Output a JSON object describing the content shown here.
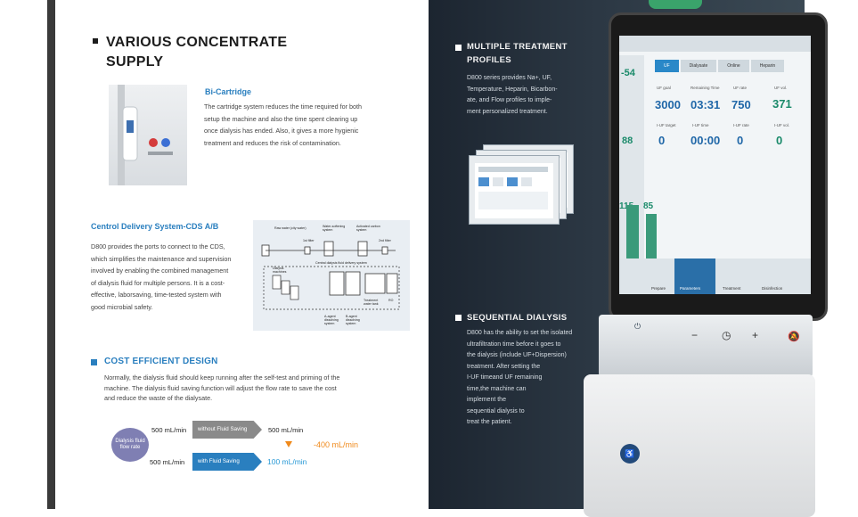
{
  "left": {
    "title_line1": "VARIOUS CONCENTRATE",
    "title_line2": "SUPPLY",
    "bicartridge": {
      "heading": "Bi-Cartridge",
      "lines": [
        "The cartridge system reduces the time required for both",
        "setup the machine and also the time spent clearing up",
        "once dialysis has ended. Also, it gives a more hygienic",
        "treatment and reduces the risk of contamination."
      ]
    },
    "cds": {
      "heading": "Centrol Delivery System-CDS A/B",
      "lines": [
        "D800 provides the ports to connect to the CDS,",
        "which simplifies the maintenance and supervision",
        "involved by enabling the combined management",
        "of dialysis fluid for multiple persons. It is a cost-",
        "effective, laborsaving, time-tested system with",
        "good microbial safety."
      ],
      "diagram_labels": {
        "raw_water": "Raw water (city water)",
        "water_softening": "Water-softening system",
        "activated_carbon": "Activated carbon system",
        "filter1": "1st filter",
        "filter2": "2nd filter",
        "central": "Central dialysis fluid delivery system",
        "dialysis_machines": "Dialysis machines",
        "treatment_tank": "Treatment water tank",
        "ro": "RO",
        "a_agent": "A-agent dissolving system",
        "b_agent": "B-agent dissolving system"
      }
    },
    "cost": {
      "heading": "COST EFFICIENT DESIGN",
      "lines": [
        "Normally, the dialysis fluid should keep running after the self-test and priming of the",
        "machine. The dialysis fluid saving function will adjust the flow rate to save the cost",
        "and reduce the waste of the dialysate."
      ],
      "circle_label": "Dialysis fluid flow rate",
      "without_label": "without Fluid Saving",
      "with_label": "with Fluid Saving",
      "rate_in_top": "500 mL/min",
      "rate_out_top": "500 mL/min",
      "rate_in_bottom": "500 mL/min",
      "rate_out_bottom": "100 mL/min",
      "saving": "-400 mL/min"
    }
  },
  "right": {
    "multiple": {
      "heading_line1": "MULTIPLE TREATMENT",
      "heading_line2": "PROFILES",
      "lines": [
        "D800 series provides Na+, UF,",
        "Temperature, Heparin, Bicarbon-",
        "ate, and Flow profiles to imple-",
        "ment personalized treatment."
      ]
    },
    "sequential": {
      "heading": "SEQUENTIAL DIALYSIS",
      "lines": [
        "D800 has the ability to set the isolated",
        "ultrafiltration time before it goes to",
        "the dialysis (include UF+Dispersion)",
        "treatment. After setting the",
        "I-UF timeand UF remaining",
        "time,the machine can",
        "implement the",
        "sequential dialysis to",
        "treat the patient."
      ]
    },
    "screen": {
      "tabs": [
        "UF",
        "Dialysate",
        "Online",
        "Heparin"
      ],
      "uf_goal_label": "UF goal",
      "uf_goal": "3000",
      "remaining_label": "Remaining Time",
      "remaining": "03:31",
      "uf_rate_label": "UF rate",
      "uf_rate": "750",
      "uf_vol_label": "UF vol.",
      "uf_vol": "371",
      "iuf_target_label": "I-UF target",
      "iuf_target": "0",
      "iuf_time_label": "I-UF time",
      "iuf_time": "00:00",
      "iuf_rate_label": "I-UF rate",
      "iuf_rate": "0",
      "iuf_vol_label": "I-UF vol.",
      "iuf_vol": "0",
      "side_top": "-54",
      "side_mid": "88",
      "side_b1": "115",
      "side_b2": "85",
      "foot": [
        "Prepare",
        "Parameters",
        "Treatment",
        "Disinfection"
      ]
    },
    "panel_buttons": [
      "−",
      "+"
    ]
  }
}
